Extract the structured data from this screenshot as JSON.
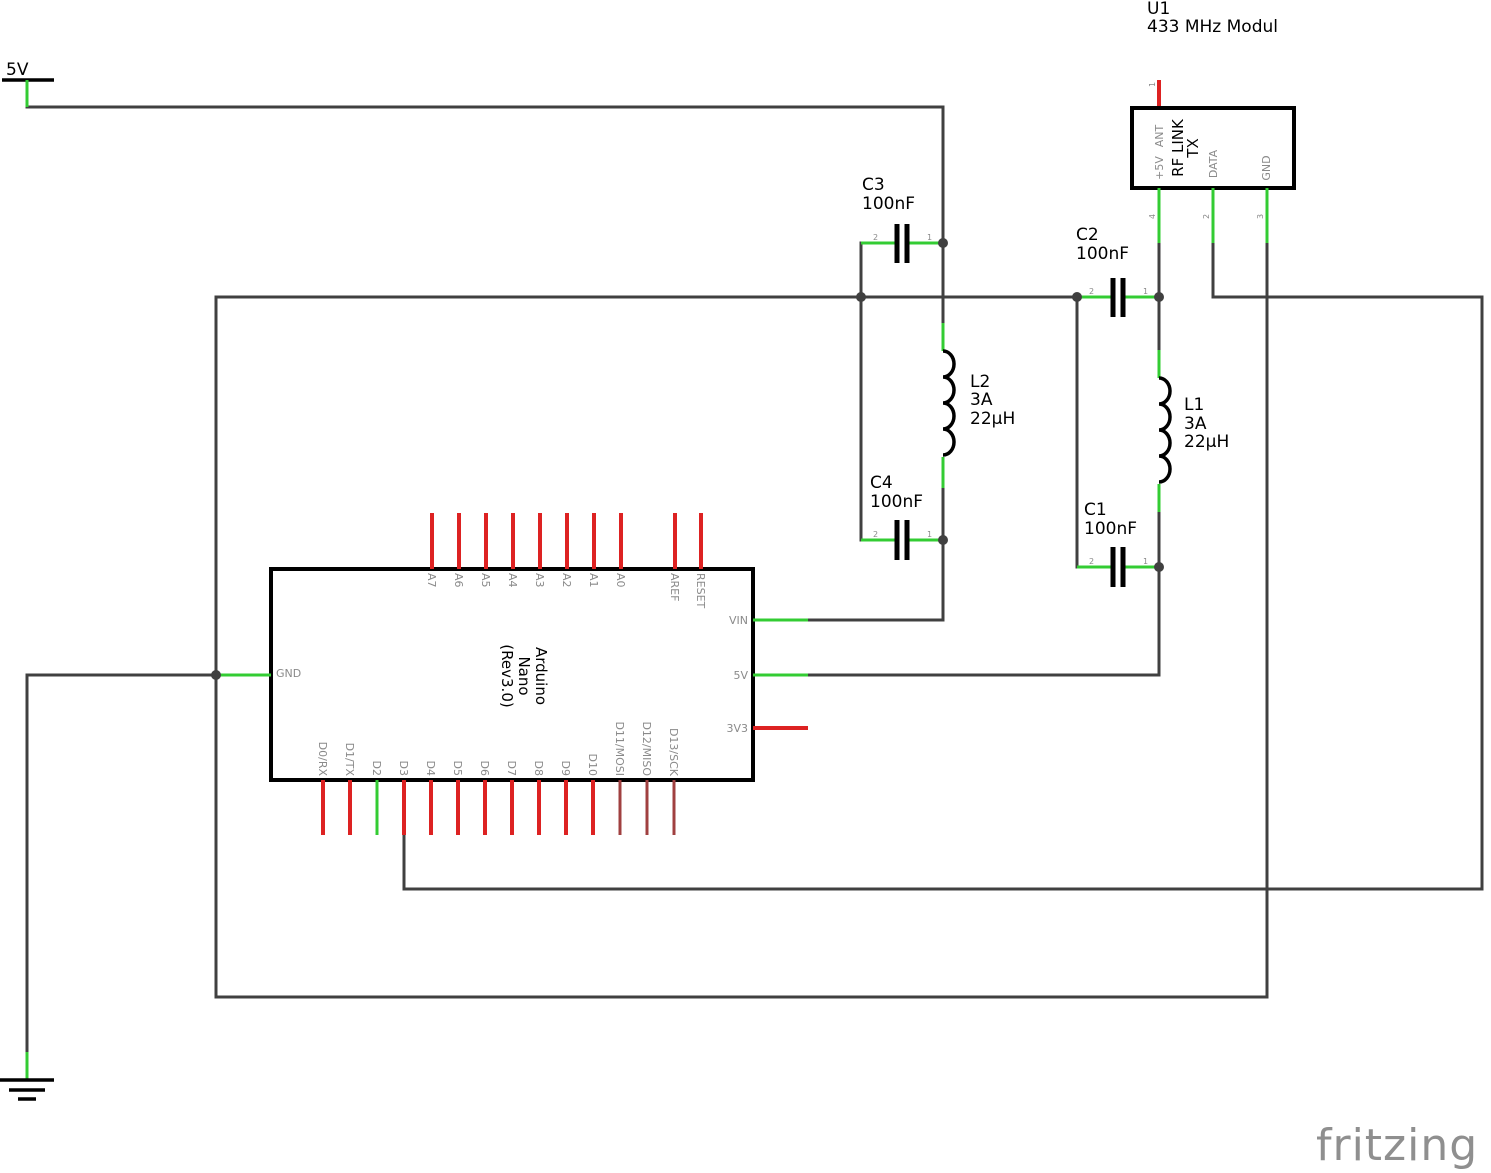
{
  "power": {
    "net_5v": "5V"
  },
  "rf_module": {
    "ref": "U1",
    "value": "433 MHz Modul",
    "name_line1": "RF LINK",
    "name_line2": "TX",
    "pins": [
      {
        "label": "ANT",
        "num": "1"
      },
      {
        "label": "+5V",
        "num": "4"
      },
      {
        "label": "DATA",
        "num": "2"
      },
      {
        "label": "GND",
        "num": "3"
      }
    ]
  },
  "capacitors": [
    {
      "ref": "C3",
      "value": "100nF"
    },
    {
      "ref": "C2",
      "value": "100nF"
    },
    {
      "ref": "C4",
      "value": "100nF"
    },
    {
      "ref": "C1",
      "value": "100nF"
    }
  ],
  "cap_pin_numbers": [
    "1",
    "2"
  ],
  "inductors": [
    {
      "ref": "L2",
      "current": "3A",
      "value": "22µH"
    },
    {
      "ref": "L1",
      "current": "3A",
      "value": "22µH"
    }
  ],
  "arduino": {
    "name_line1": "Arduino",
    "name_line2": "Nano",
    "name_line3": "(Rev3.0)",
    "top_pins": [
      "A7",
      "A6",
      "A5",
      "A4",
      "A3",
      "A2",
      "A1",
      "A0",
      "AREF",
      "RESET"
    ],
    "bottom_pins": [
      "D0/RX",
      "D1/TX",
      "D2",
      "D3",
      "D4",
      "D5",
      "D6",
      "D7",
      "D8",
      "D9",
      "D10",
      "D11/MOSI",
      "D12/MISO",
      "D13/SCK"
    ],
    "left_pins": [
      "GND"
    ],
    "right_pins": [
      "VIN",
      "5V",
      "3V3"
    ]
  },
  "branding": {
    "logo_text": "fritzing"
  },
  "colors": {
    "wire": "#404040",
    "connected_pin": "#33cc33",
    "unconnected_pin": "#dd2222",
    "logo": "#8f8f8f"
  }
}
